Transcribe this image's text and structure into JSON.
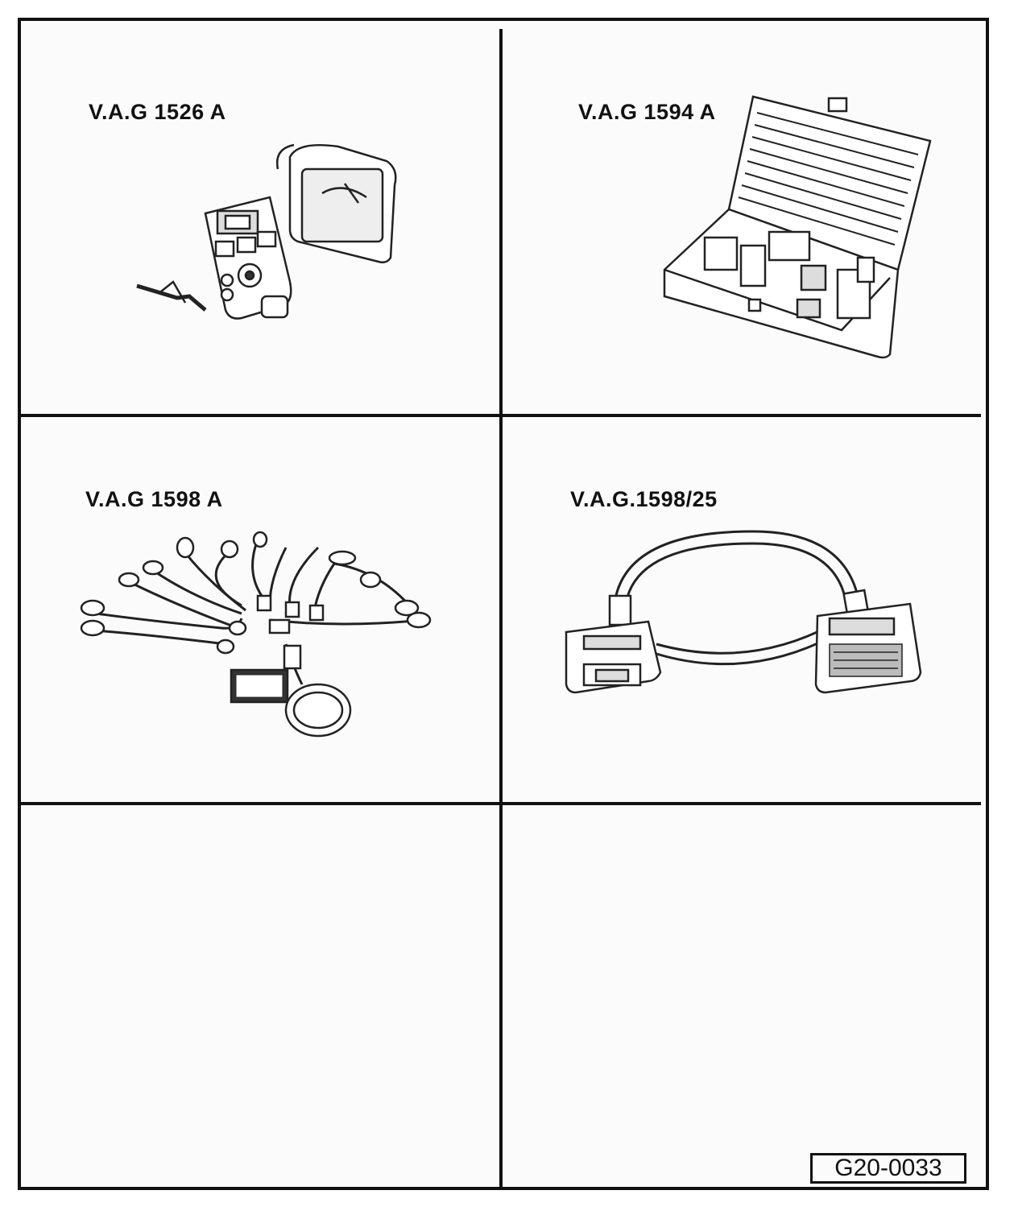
{
  "tools": [
    {
      "label": "V.A.G 1526 A",
      "icon": "multimeter-icon"
    },
    {
      "label": "V.A.G 1594 A",
      "icon": "adapter-case-icon"
    },
    {
      "label": "V.A.G 1598 A",
      "icon": "test-leads-icon"
    },
    {
      "label": "V.A.G.1598/25",
      "icon": "connector-cable-icon"
    }
  ],
  "figure_ref": "G20-0033"
}
